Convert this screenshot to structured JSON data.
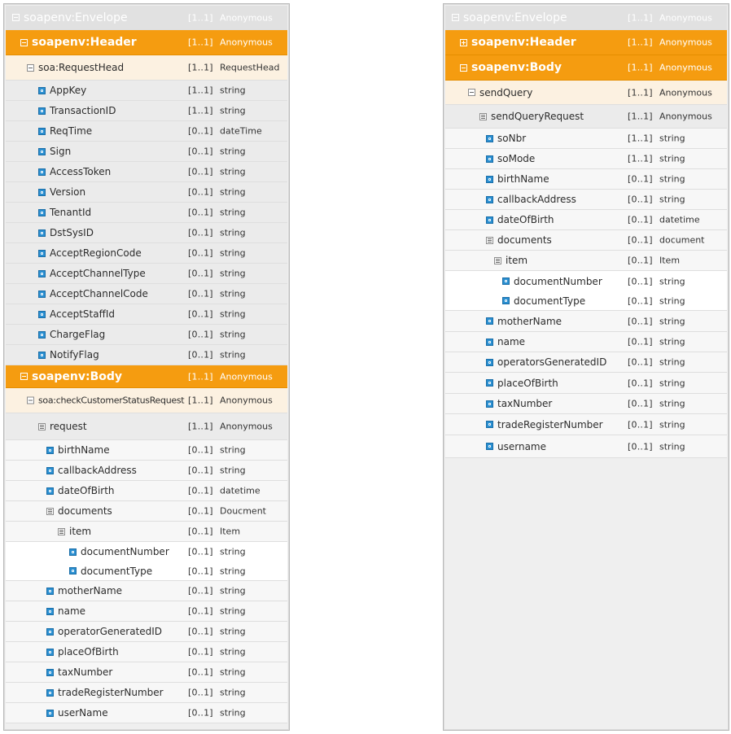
{
  "left": {
    "rows": [
      {
        "name": "soapenv:Envelope",
        "card": "[1..1]",
        "type": "Anonymous",
        "style": "root",
        "icon": "lines-white"
      },
      {
        "name": "soapenv:Header",
        "card": "[1..1]",
        "type": "Anonymous",
        "style": "orange",
        "icon": "minus-white"
      },
      {
        "name": "soa:RequestHead",
        "card": "[1..1]",
        "type": "RequestHead",
        "style": "beige",
        "icon": "minus"
      },
      {
        "name": "AppKey",
        "card": "[1..1]",
        "type": "string",
        "style": "gray",
        "icon": "elem"
      },
      {
        "name": "TransactionID",
        "card": "[1..1]",
        "type": "string",
        "style": "gray",
        "icon": "elem"
      },
      {
        "name": "ReqTime",
        "card": "[0..1]",
        "type": "dateTime",
        "style": "gray",
        "icon": "elem"
      },
      {
        "name": "Sign",
        "card": "[0..1]",
        "type": "string",
        "style": "gray",
        "icon": "elem"
      },
      {
        "name": "AccessToken",
        "card": "[0..1]",
        "type": "string",
        "style": "gray",
        "icon": "elem"
      },
      {
        "name": "Version",
        "card": "[0..1]",
        "type": "string",
        "style": "gray",
        "icon": "elem"
      },
      {
        "name": "TenantId",
        "card": "[0..1]",
        "type": "string",
        "style": "gray",
        "icon": "elem"
      },
      {
        "name": "DstSysID",
        "card": "[0..1]",
        "type": "string",
        "style": "gray",
        "icon": "elem"
      },
      {
        "name": "AcceptRegionCode",
        "card": "[0..1]",
        "type": "string",
        "style": "gray",
        "icon": "elem"
      },
      {
        "name": "AcceptChannelType",
        "card": "[0..1]",
        "type": "string",
        "style": "gray",
        "icon": "elem"
      },
      {
        "name": "AcceptChannelCode",
        "card": "[0..1]",
        "type": "string",
        "style": "gray",
        "icon": "elem"
      },
      {
        "name": "AcceptStaffId",
        "card": "[0..1]",
        "type": "string",
        "style": "gray",
        "icon": "elem"
      },
      {
        "name": "ChargeFlag",
        "card": "[0..1]",
        "type": "string",
        "style": "gray",
        "icon": "elem"
      },
      {
        "name": "NotifyFlag",
        "card": "[0..1]",
        "type": "string",
        "style": "gray",
        "icon": "elem"
      },
      {
        "name": "soapenv:Body",
        "card": "[1..1]",
        "type": "Anonymous",
        "style": "orange",
        "icon": "minus-white"
      },
      {
        "name": "soa:checkCustomerStatusRequest",
        "card": "[1..1]",
        "type": "Anonymous",
        "style": "beige",
        "icon": "minus"
      },
      {
        "name": "request",
        "card": "[1..1]",
        "type": "Anonymous",
        "style": "gray",
        "icon": "lines"
      },
      {
        "name": "birthName",
        "card": "[0..1]",
        "type": "string",
        "style": "light",
        "icon": "elem"
      },
      {
        "name": "callbackAddress",
        "card": "[0..1]",
        "type": "string",
        "style": "light",
        "icon": "elem"
      },
      {
        "name": "dateOfBirth",
        "card": "[0..1]",
        "type": "datetime",
        "style": "light",
        "icon": "elem"
      },
      {
        "name": "documents",
        "card": "[0..1]",
        "type": "Doucment",
        "style": "light",
        "icon": "lines"
      },
      {
        "name": "item",
        "card": "[0..1]",
        "type": "Item",
        "style": "light",
        "icon": "lines"
      },
      {
        "name": "documentNumber",
        "card": "[0..1]",
        "type": "string",
        "style": "white",
        "icon": "elem"
      },
      {
        "name": "documentType",
        "card": "[0..1]",
        "type": "string",
        "style": "white-last",
        "icon": "elem"
      },
      {
        "name": "motherName",
        "card": "[0..1]",
        "type": "string",
        "style": "light",
        "icon": "elem"
      },
      {
        "name": "name",
        "card": "[0..1]",
        "type": "string",
        "style": "light",
        "icon": "elem"
      },
      {
        "name": "operatorGeneratedID",
        "card": "[0..1]",
        "type": "string",
        "style": "light",
        "icon": "elem"
      },
      {
        "name": "placeOfBirth",
        "card": "[0..1]",
        "type": "string",
        "style": "light",
        "icon": "elem"
      },
      {
        "name": "taxNumber",
        "card": "[0..1]",
        "type": "string",
        "style": "light",
        "icon": "elem"
      },
      {
        "name": "tradeRegisterNumber",
        "card": "[0..1]",
        "type": "string",
        "style": "light",
        "icon": "elem"
      },
      {
        "name": "userName",
        "card": "[0..1]",
        "type": "string",
        "style": "light",
        "icon": "elem"
      }
    ]
  },
  "right": {
    "rows": [
      {
        "name": "soapenv:Envelope",
        "card": "[1..1]",
        "type": "Anonymous",
        "style": "root",
        "icon": "lines-white"
      },
      {
        "name": "soapenv:Header",
        "card": "[1..1]",
        "type": "Anonymous",
        "style": "orange",
        "icon": "plus-white"
      },
      {
        "name": "soapenv:Body",
        "card": "[1..1]",
        "type": "Anonymous",
        "style": "orange",
        "icon": "minus-white"
      },
      {
        "name": "sendQuery",
        "card": "[1..1]",
        "type": "Anonymous",
        "style": "beige",
        "icon": "minus"
      },
      {
        "name": "sendQueryRequest",
        "card": "[1..1]",
        "type": "Anonymous",
        "style": "gray",
        "icon": "lines"
      },
      {
        "name": "soNbr",
        "card": "[1..1]",
        "type": "string",
        "style": "light",
        "icon": "elem"
      },
      {
        "name": "soMode",
        "card": "[1..1]",
        "type": "string",
        "style": "light",
        "icon": "elem"
      },
      {
        "name": "birthName",
        "card": "[0..1]",
        "type": "string",
        "style": "light",
        "icon": "elem"
      },
      {
        "name": "callbackAddress",
        "card": "[0..1]",
        "type": "string",
        "style": "light",
        "icon": "elem"
      },
      {
        "name": "dateOfBirth",
        "card": "[0..1]",
        "type": "datetime",
        "style": "light",
        "icon": "elem"
      },
      {
        "name": "documents",
        "card": "[0..1]",
        "type": "document",
        "style": "light",
        "icon": "lines"
      },
      {
        "name": "item",
        "card": "[0..1]",
        "type": "Item",
        "style": "light",
        "icon": "lines"
      },
      {
        "name": "documentNumber",
        "card": "[0..1]",
        "type": "string",
        "style": "white",
        "icon": "elem"
      },
      {
        "name": "documentType",
        "card": "[0..1]",
        "type": "string",
        "style": "white-last",
        "icon": "elem"
      },
      {
        "name": "motherName",
        "card": "[0..1]",
        "type": "string",
        "style": "light",
        "icon": "elem"
      },
      {
        "name": "name",
        "card": "[0..1]",
        "type": "string",
        "style": "light",
        "icon": "elem"
      },
      {
        "name": "operatorsGeneratedID",
        "card": "[0..1]",
        "type": "string",
        "style": "light",
        "icon": "elem"
      },
      {
        "name": "placeOfBirth",
        "card": "[0..1]",
        "type": "string",
        "style": "light",
        "icon": "elem"
      },
      {
        "name": "taxNumber",
        "card": "[0..1]",
        "type": "string",
        "style": "light",
        "icon": "elem"
      },
      {
        "name": "tradeRegisterNumber",
        "card": "[0..1]",
        "type": "string",
        "style": "light",
        "icon": "elem"
      },
      {
        "name": "username",
        "card": "[0..1]",
        "type": "string",
        "style": "light",
        "icon": "elem"
      }
    ]
  }
}
